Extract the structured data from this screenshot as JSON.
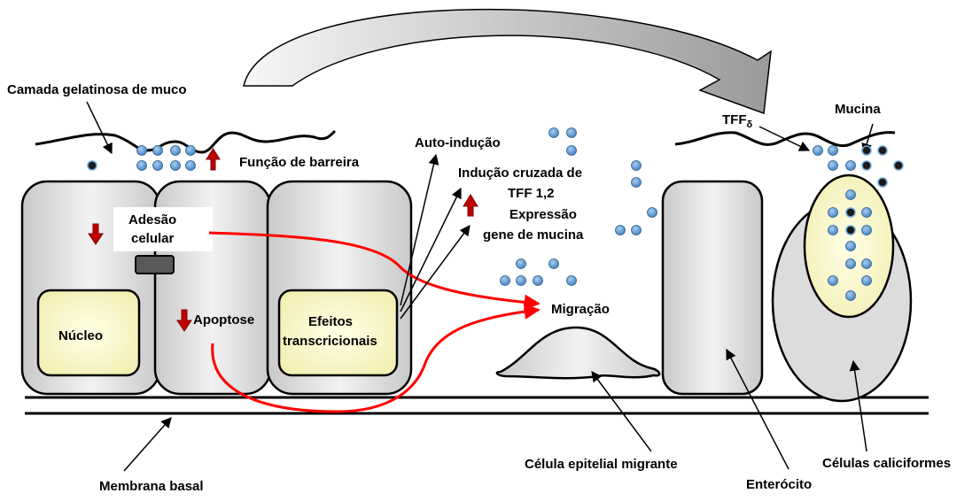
{
  "labels": {
    "mucus_layer": "Camada gelatinosa de muco",
    "barrier_function": "Função de barreira",
    "auto_induction": "Auto-indução",
    "cross_induction_line1": "Indução cruzada de",
    "cross_induction_line2": "TFF 1,2",
    "expression_line1": "Expressão",
    "expression_line2": "gene de mucina",
    "tff_base": "TFF",
    "tff_subscript": "δ",
    "mucin": "Mucina",
    "adhesion_line1": "Adesão",
    "adhesion_line2": "celular",
    "nucleus": "Núcleo",
    "apoptosis": "Apoptose",
    "effects_line1": "Efeitos",
    "effects_line2": "transcricionais",
    "migration": "Migração",
    "migrating_cell": "Célula epitelial migrante",
    "enterocyte": "Enterócito",
    "goblet_cells": "Células caliciformes",
    "basal_membrane": "Membrana basal"
  },
  "colors": {
    "cell_fill": "#d9d9d9",
    "nucleus_fill": "#ffffcc",
    "pathway_red": "#ff0000",
    "dot_blue": "#5b9bd5",
    "dark_dot": "#1a1a1a",
    "up_down_arrow": "#c00000"
  },
  "icons": {
    "up_arrow": "red-up-arrow-icon",
    "down_arrow": "red-down-arrow-icon"
  }
}
